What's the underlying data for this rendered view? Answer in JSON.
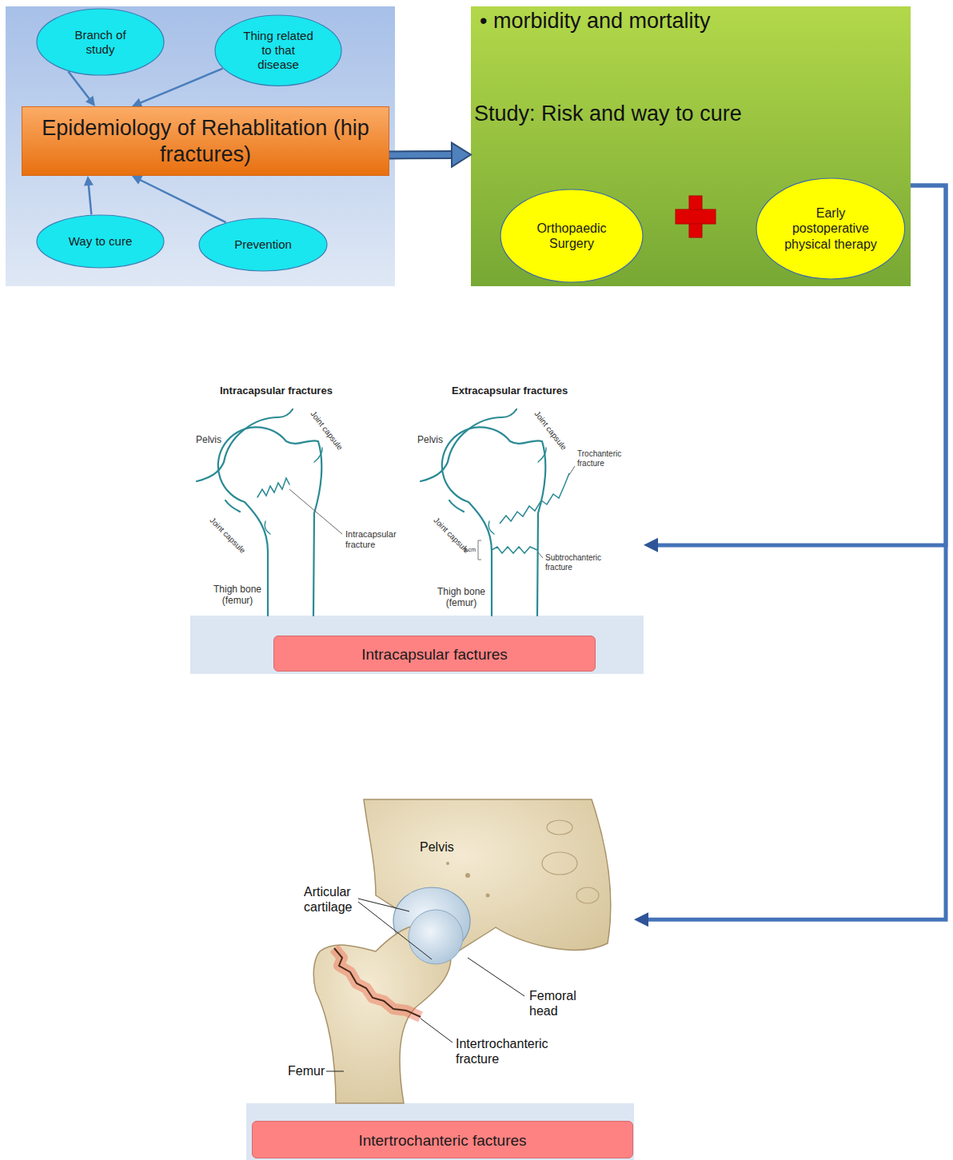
{
  "diagram": {
    "nodes": [
      {
        "text": [
          "Branch of study"
        ]
      },
      {
        "text": [
          "Thing related to that disease"
        ]
      },
      {
        "text": [
          "Epidemiology of Rehablitation (hip fractures)"
        ]
      },
      {
        "text": [
          "Way to cure"
        ]
      },
      {
        "text": [
          "Prevention"
        ]
      },
      {
        "text": [
          "• morbidity and mortality",
          "Study: Risk and way to cure"
        ]
      },
      {
        "text": [
          "Orthopaedic Surgery"
        ],
        "in": 5
      },
      {
        "text": [
          "Early postoperative physical therapy"
        ],
        "in": 5
      },
      {
        "text": [
          "Intracapsular factures"
        ]
      },
      {
        "text": [
          "Intertrochanteric factures"
        ]
      }
    ],
    "edges": [
      {
        "from": 0,
        "to": 2,
        "arrow": "to"
      },
      {
        "from": 1,
        "to": 2,
        "arrow": "to"
      },
      {
        "from": 3,
        "to": 2,
        "arrow": "to"
      },
      {
        "from": 4,
        "to": 2,
        "arrow": "to"
      },
      {
        "from": 2,
        "to": 5,
        "arrow": "to"
      },
      {
        "from": 5,
        "to": 8,
        "arrow": "to"
      },
      {
        "from": 5,
        "to": 9,
        "arrow": "to"
      }
    ],
    "labels": [
      "Intracapsular fractures",
      "Extracapsular fractures",
      "Pelvis",
      "Joint capsule",
      "Joint capsule",
      "Intracapsular fracture",
      "Thigh bone (femur)",
      "Pelvis",
      "Joint capsule",
      "Joint capsule",
      "Trochanteric fracture",
      "5 cm",
      "Subtrochanteric fracture",
      "Thigh bone (femur)",
      "Pelvis",
      "Articular cartilage",
      "Femoral head",
      "Intertrochanteric fracture",
      "Femur"
    ]
  }
}
